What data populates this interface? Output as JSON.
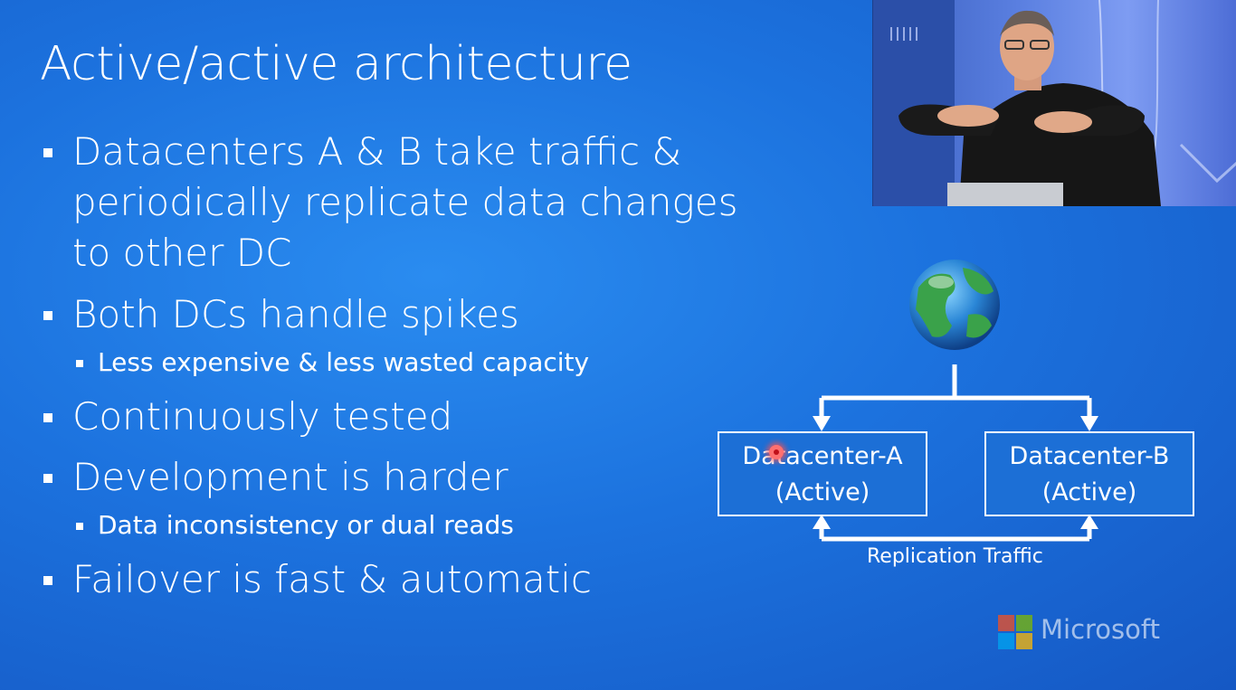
{
  "slide": {
    "title": "Active/active architecture",
    "bullets": [
      {
        "level": 1,
        "lines": [
          "Datacenters A & B take traffic &",
          "periodically replicate data changes",
          "to other DC"
        ]
      },
      {
        "level": 1,
        "lines": [
          "Both DCs handle spikes"
        ]
      },
      {
        "level": 2,
        "lines": [
          "Less expensive & less wasted capacity"
        ]
      },
      {
        "level": 1,
        "lines": [
          "Continuously tested"
        ]
      },
      {
        "level": 1,
        "lines": [
          "Development is harder"
        ]
      },
      {
        "level": 2,
        "lines": [
          "Data inconsistency or dual reads"
        ]
      },
      {
        "level": 1,
        "lines": [
          "Failover is fast & automatic"
        ]
      }
    ]
  },
  "diagram": {
    "globe_icon": "globe-icon",
    "datacenter_a": {
      "name": "Datacenter-A",
      "state": "(Active)"
    },
    "datacenter_b": {
      "name": "Datacenter-B",
      "state": "(Active)"
    },
    "replication_label": "Replication Traffic"
  },
  "branding": {
    "logo_text": "Microsoft",
    "logo_colors": [
      "#f25022",
      "#7fba00",
      "#00a4ef",
      "#ffb900"
    ]
  },
  "colors": {
    "background": "#1c72de",
    "text": "#ffffff"
  }
}
